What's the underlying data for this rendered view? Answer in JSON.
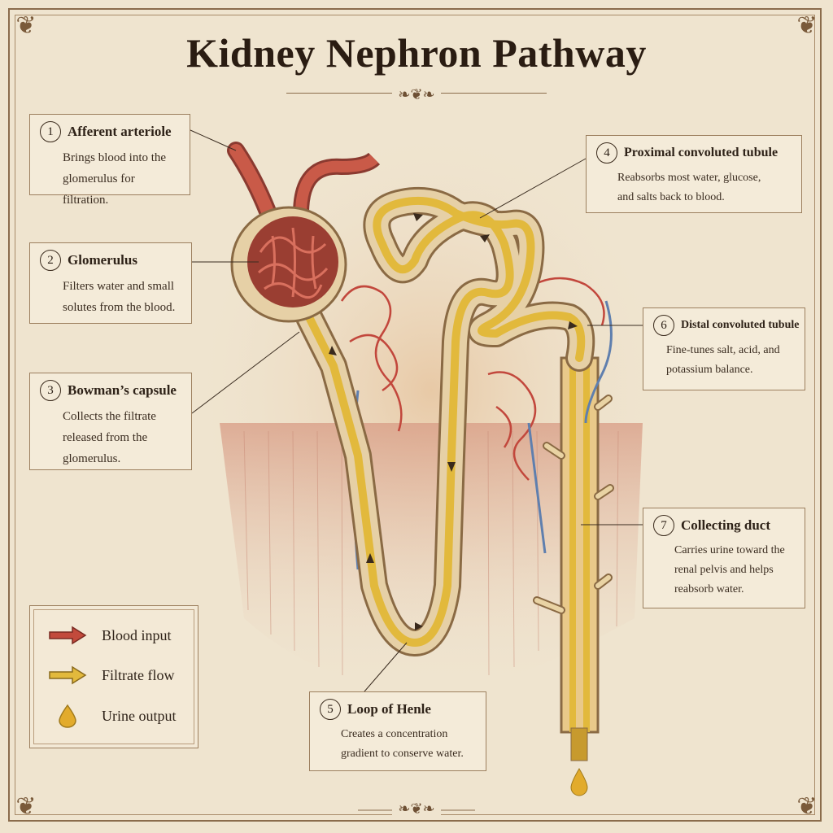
{
  "title": "Kidney Nephron Pathway",
  "colors": {
    "blood": "#b8453a",
    "filtrate": "#e2b93c",
    "vein": "#5f7fae",
    "tissue": "#dba890",
    "parchment": "#efe4cf"
  },
  "callouts": [
    {
      "number": "1",
      "title": "Afferent arteriole",
      "text": "Brings blood into the\nglomerulus for filtration."
    },
    {
      "number": "2",
      "title": "Glomerulus",
      "text": "Filters water and small\nsolutes from the blood."
    },
    {
      "number": "3",
      "title": "Bowman’s capsule",
      "text": "Collects the filtrate\nreleased from the\nglomerulus."
    },
    {
      "number": "4",
      "title": "Proximal convoluted tubule",
      "text": "Reabsorbs most water, glucose,\nand salts back to blood."
    },
    {
      "number": "5",
      "title": "Loop of Henle",
      "text": "Creates a concentration\ngradient to conserve water."
    },
    {
      "number": "6",
      "title": "Distal convoluted tubule",
      "text": "Fine-tunes salt, acid, and\npotassium balance."
    },
    {
      "number": "7",
      "title": "Collecting duct",
      "text": "Carries urine toward the\nrenal pelvis and helps\nreabsorb water."
    }
  ],
  "legend": [
    {
      "icon": "red-arrow-icon",
      "label": "Blood input"
    },
    {
      "icon": "yellow-arrow-icon",
      "label": "Filtrate flow"
    },
    {
      "icon": "droplet-icon",
      "label": "Urine output"
    }
  ]
}
